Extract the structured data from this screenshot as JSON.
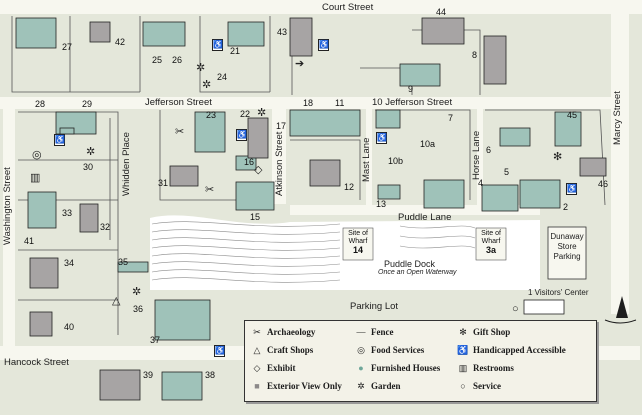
{
  "streets": {
    "court": "Court Street",
    "jefferson": "Jefferson Street",
    "jefferson_10": "10 Jefferson Street",
    "washington": "Washington Street",
    "whidden": "Whidden Place",
    "atkinson": "Atkinson Street",
    "mast": "Mast Lane",
    "horse": "Horse Lane",
    "marcy": "Marcy Street",
    "puddle_lane": "Puddle Lane",
    "hancock": "Hancock Street",
    "parking_lot": "Parking Lot"
  },
  "wharves": [
    {
      "line1": "Site of",
      "line2": "Wharf",
      "num": "14"
    },
    {
      "line1": "Site of",
      "line2": "Wharf",
      "num": "3a"
    }
  ],
  "puddle_dock": {
    "title": "Puddle Dock",
    "subtitle": "Once an Open Waterway"
  },
  "store_parking": "Dunaway Store Parking",
  "visitors_center": "1 Visitors' Center",
  "building_numbers": {
    "n27": "27",
    "n42": "42",
    "n25": "25",
    "n26": "26",
    "n21": "21",
    "n43": "43",
    "n24": "24",
    "n44": "44",
    "n8": "8",
    "n9": "9",
    "n28": "28",
    "n29": "29",
    "n30": "30",
    "n23": "23",
    "n22": "22",
    "n18": "18",
    "n11": "11",
    "n17": "17",
    "n16": "16",
    "n31": "31",
    "n15": "15",
    "n12": "12",
    "n13": "13",
    "n10a": "10a",
    "n10b": "10b",
    "n7": "7",
    "n6": "6",
    "n45": "45",
    "n5": "5",
    "n4": "4",
    "n46": "46",
    "n2": "2",
    "n33": "33",
    "n32": "32",
    "n41": "41",
    "n34": "34",
    "n35": "35",
    "n36": "36",
    "n40": "40",
    "n37": "37",
    "n39": "39",
    "n38": "38"
  },
  "legend": {
    "archaeology": "Archaeology",
    "craft_shops": "Craft Shops",
    "exhibit": "Exhibit",
    "exterior": "Exterior View Only",
    "fence": "Fence",
    "food": "Food Services",
    "furnished": "Furnished Houses",
    "garden": "Garden",
    "gift": "Gift Shop",
    "handicapped": "Handicapped Accessible",
    "restrooms": "Restrooms",
    "service": "Service"
  },
  "legend_icons": {
    "archaeology": "✂",
    "craft_shops": "△",
    "exhibit": "◇",
    "exterior": "■",
    "fence": "—",
    "food": "◎",
    "furnished": "●",
    "garden": "✲",
    "gift": "✻",
    "handicapped": "♿",
    "restrooms": "▥",
    "service": "○"
  },
  "colors": {
    "furnished": "#9fc2b9",
    "exterior": "#a7a4a4",
    "road": "#fbfbf4",
    "lot": "#e2e5d8",
    "water": "#ffffff"
  }
}
